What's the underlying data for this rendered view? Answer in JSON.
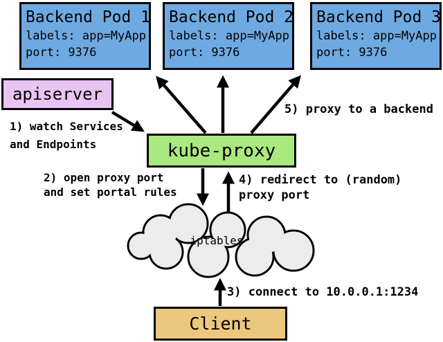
{
  "colors": {
    "pod_fill": "#6fa9e1",
    "apiserver_fill": "#e8c4f2",
    "kubeproxy_fill": "#aae880",
    "client_fill": "#ecc87f",
    "cloud_fill": "#ececec",
    "background": "#ffffff",
    "ink": "#000000"
  },
  "pods": [
    {
      "title": "Backend Pod 1",
      "labels": "labels: app=MyApp",
      "port": "port: 9376"
    },
    {
      "title": "Backend Pod 2",
      "labels": "labels: app=MyApp",
      "port": "port: 9376"
    },
    {
      "title": "Backend Pod 3",
      "labels": "labels: app=MyApp",
      "port": "port: 9376"
    }
  ],
  "apiserver": {
    "label": "apiserver"
  },
  "kube_proxy": {
    "label": "kube-proxy"
  },
  "iptables": {
    "label": "iptables"
  },
  "client": {
    "label": "Client"
  },
  "steps": {
    "step1": {
      "line1": "1) watch Services",
      "line2": "and Endpoints"
    },
    "step2": {
      "line1": "2) open proxy port",
      "line2": "and set portal rules"
    },
    "step3": {
      "line1": "3) connect to 10.0.0.1:1234"
    },
    "step4": {
      "line1": "4) redirect to (random)",
      "line2": "proxy port"
    },
    "step5": {
      "line1": "5) proxy to a backend"
    }
  }
}
